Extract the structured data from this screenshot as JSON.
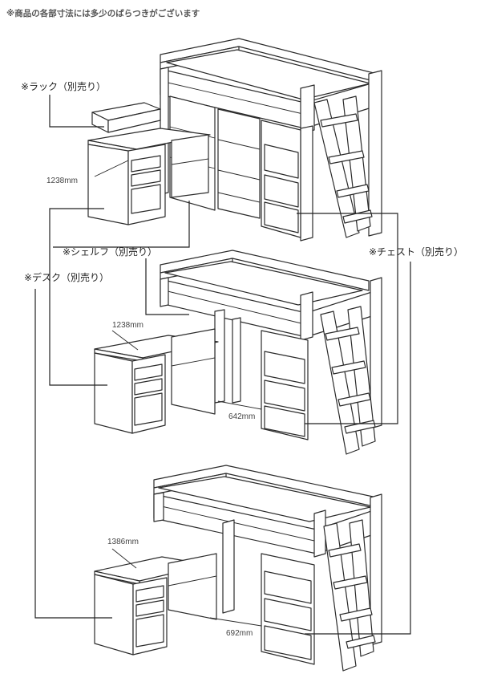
{
  "note": "※商品の各部寸法には多少のばらつきがございます",
  "labels": {
    "rack": "※ラック（別売り）",
    "shelf": "※シェルフ（別売り）",
    "chest": "※チェスト（別売り）",
    "desk": "※デスク（別売り）"
  },
  "dimensions": {
    "top_desk_width": "1238mm",
    "mid_desk_width": "1238mm",
    "mid_gap": "642mm",
    "bottom_desk_width": "1386mm",
    "bottom_gap": "692mm"
  }
}
